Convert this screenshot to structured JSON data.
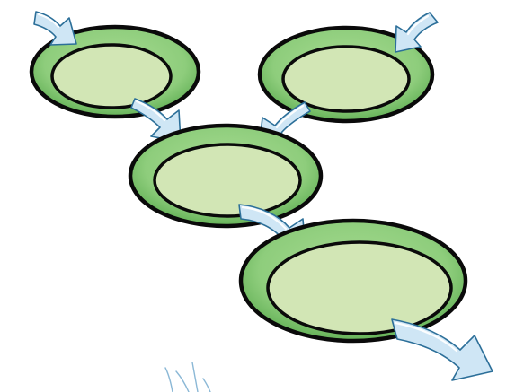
{
  "colors": {
    "plate_rim": "#8ecd7c",
    "plate_rim_shade": "#5fae53",
    "plate_center": "#d2e6b5",
    "outline": "#0a0a0a",
    "arrow_fill": "#cfe6f5",
    "arrow_stroke": "#2c6f99"
  },
  "diagram": {
    "plates": [
      {
        "id": "plate-top-left"
      },
      {
        "id": "plate-top-right"
      },
      {
        "id": "plate-middle"
      },
      {
        "id": "plate-bottom"
      }
    ],
    "arrows": [
      {
        "id": "arrow-into-top-left",
        "from": "outside",
        "to": "plate-top-left"
      },
      {
        "id": "arrow-into-top-right",
        "from": "outside",
        "to": "plate-top-right"
      },
      {
        "id": "arrow-top-left-to-middle",
        "from": "plate-top-left",
        "to": "plate-middle"
      },
      {
        "id": "arrow-top-right-to-middle",
        "from": "plate-top-right",
        "to": "plate-middle"
      },
      {
        "id": "arrow-middle-to-bottom",
        "from": "plate-middle",
        "to": "plate-bottom"
      },
      {
        "id": "arrow-out-of-bottom",
        "from": "plate-bottom",
        "to": "outside"
      }
    ],
    "text": []
  }
}
